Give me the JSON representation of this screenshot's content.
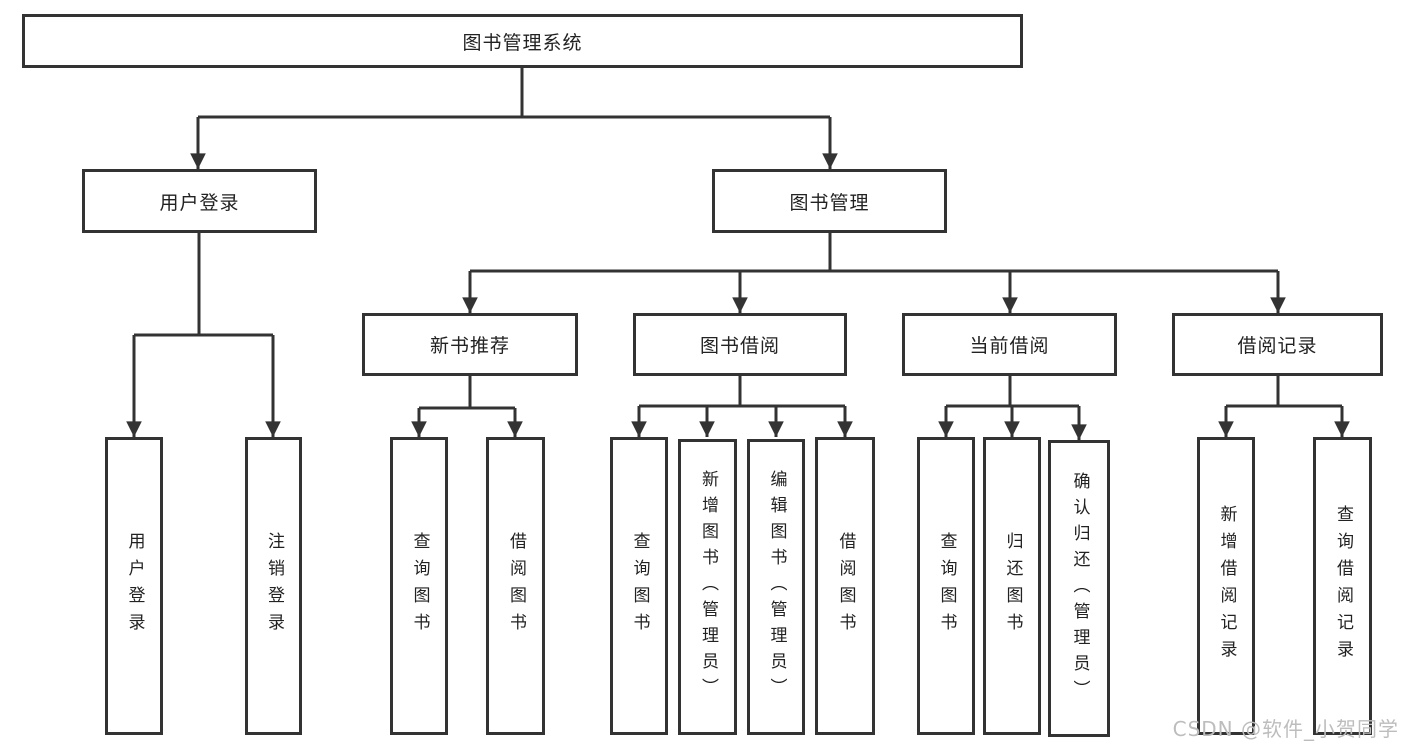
{
  "diagram": {
    "title": "图书管理系统",
    "tree": {
      "root": {
        "label": "图书管理系统",
        "children": [
          {
            "label": "用户登录",
            "children": [
              {
                "label": "用户登录"
              },
              {
                "label": "注销登录"
              }
            ]
          },
          {
            "label": "图书管理",
            "children": [
              {
                "label": "新书推荐",
                "children": [
                  {
                    "label": "查询图书"
                  },
                  {
                    "label": "借阅图书"
                  }
                ]
              },
              {
                "label": "图书借阅",
                "children": [
                  {
                    "label": "查询图书"
                  },
                  {
                    "label": "新增图书（管理员）"
                  },
                  {
                    "label": "编辑图书（管理员）"
                  },
                  {
                    "label": "借阅图书"
                  }
                ]
              },
              {
                "label": "当前借阅",
                "children": [
                  {
                    "label": "查询图书"
                  },
                  {
                    "label": "归还图书"
                  },
                  {
                    "label": "确认归还（管理员）"
                  }
                ]
              },
              {
                "label": "借阅记录",
                "children": [
                  {
                    "label": "新增借阅记录"
                  },
                  {
                    "label": "查询借阅记录"
                  }
                ]
              }
            ]
          }
        ]
      }
    },
    "line_color": "#333333",
    "box_background": "#ffffff"
  },
  "watermark": {
    "text": "CSDN @软件_小贺同学",
    "color": "#bdbdbd"
  }
}
